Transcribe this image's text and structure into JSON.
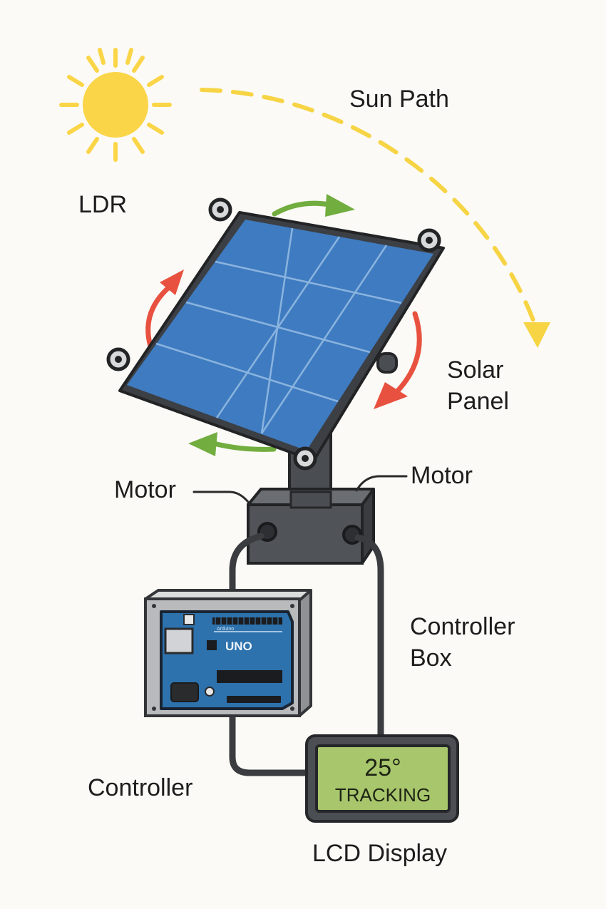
{
  "labels": {
    "sun_path": "Sun Path",
    "ldr": "LDR",
    "solar_panel_line1": "Solar",
    "solar_panel_line2": "Panel",
    "motor_left": "Motor",
    "motor_right": "Motor",
    "controller_box_line1": "Controller",
    "controller_box_line2": "Box",
    "controller": "Controller",
    "lcd_display": "LCD Display"
  },
  "board": {
    "model": "UNO",
    "brand": "Arduino"
  },
  "lcd": {
    "line1": "25°",
    "line2": "TRACKING"
  },
  "colors": {
    "sun": "#fbd548",
    "sun_path": "#f6d444",
    "panel_cell": "#3f7bc0",
    "tilt_arrow": "#e8513f",
    "pan_arrow": "#72ad3f",
    "lcd_screen": "#a8c66c",
    "board": "#2d72ad",
    "frame": "#3c3f44"
  }
}
